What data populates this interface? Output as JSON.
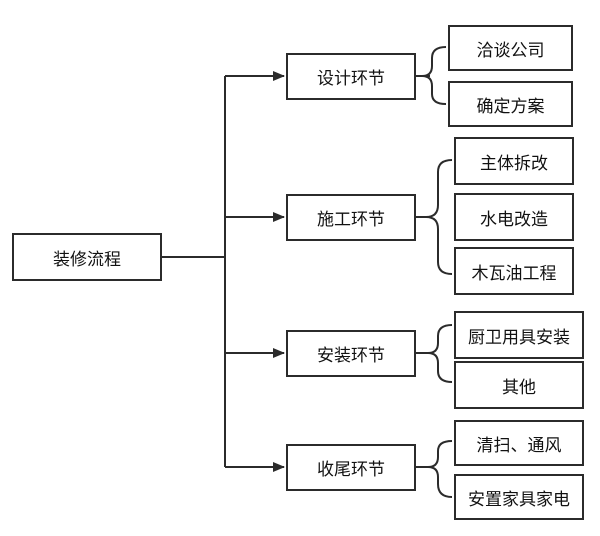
{
  "diagram": {
    "root": {
      "label": "装修流程"
    },
    "stages": [
      {
        "label": "设计环节",
        "items": [
          "洽谈公司",
          "确定方案"
        ]
      },
      {
        "label": "施工环节",
        "items": [
          "主体拆改",
          "水电改造",
          "木瓦油工程"
        ]
      },
      {
        "label": "安装环节",
        "items": [
          "厨卫用具安装",
          "其他"
        ]
      },
      {
        "label": "收尾环节",
        "items": [
          "清扫、通风",
          "安置家具家电"
        ]
      }
    ],
    "colors": {
      "line": "#2b2b2b",
      "box_border": "#2b2b2b",
      "text": "#111111"
    }
  }
}
